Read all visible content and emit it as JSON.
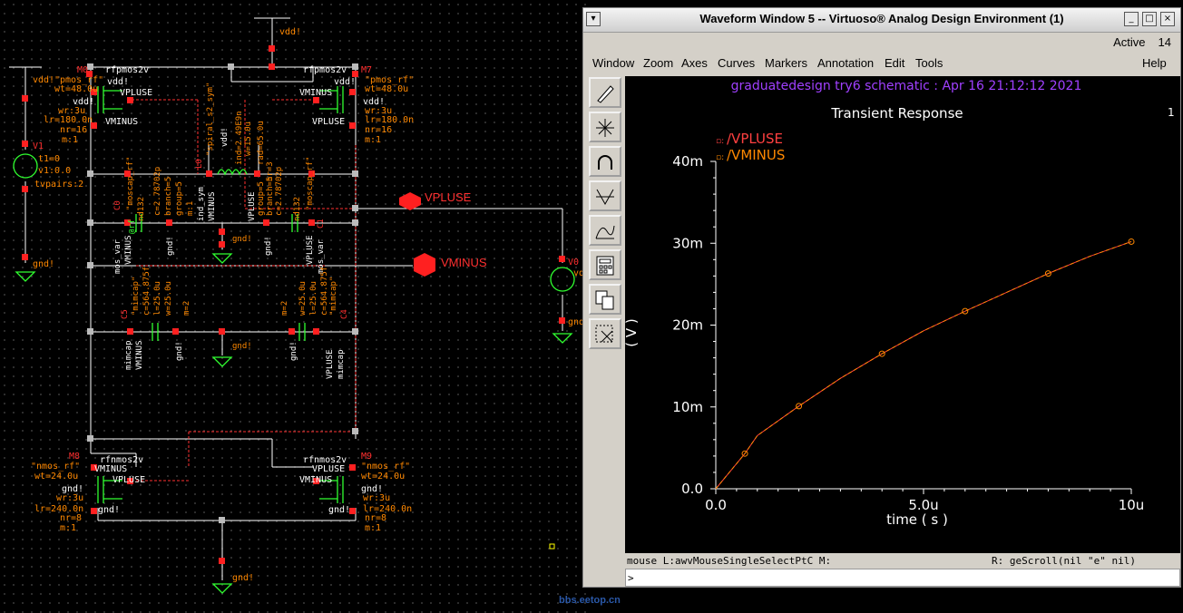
{
  "schematic": {
    "labels": {
      "vdd_top": "vdd!",
      "m0": "M0",
      "m0_type": "rfpmos2v",
      "m0_model": "\"pmos_rf\"",
      "m0_wt": "wt=48.0u",
      "m0_vdd": "vdd!",
      "m0_vdd2": "vdd!",
      "m0_vpluse": "VPLUSE",
      "m0_vminus": "VMINUS",
      "m0_wr": "wr:3u",
      "m0_lr": "lr=180.0n",
      "m0_nr": "nr=16",
      "m0_m": "m:1",
      "m7": "M7",
      "m7_type": "rfpmos2v",
      "m7_model": "\"pmos_rf\"",
      "m7_wt": "wt=48.0u",
      "m7_vdd": "vdd!",
      "m7_vdd2": "vdd!",
      "m7_vminus": "VMINUS",
      "m7_vpluse": "VPLUSE",
      "m7_wr": "wr:3u",
      "m7_lr": "lr=180.0n",
      "m7_nr": "nr=16",
      "m7_m": "m:1",
      "vdd_left": "vdd!",
      "v1": "V1",
      "v1_t1": "t1=0",
      "v1_v1": "v1:0.0",
      "v1_pairs": "tvpairs:2",
      "gnd_left": "gnd!",
      "l0": "L0",
      "l0_model": "\"spiral_s2_sym\"",
      "l0_ind": "ind=2.49E9n",
      "l0_w": "w=15.0u",
      "l0_rad": "rad=65.0u",
      "l0_nr": "nr=3",
      "l0_vdd": "vdd!",
      "l0_sym": "ind_sym",
      "l0_vminus": "VMINUS",
      "l0_vpluse": "VPLUSE",
      "c0": "C0",
      "c0_model": "\"moscap_rf\"",
      "c0_c": "c=2.78702p",
      "c0_br": "branch=5",
      "c0_gr": "group=5",
      "c0_m": "m:1",
      "c0_n": "nd132",
      "c0_rf": "@rf",
      "c0_var": "mos_var",
      "c0_vminus": "VMINUS",
      "gnd_c0": "gnd!",
      "gnd_mid": "gnd!",
      "c1": "C1",
      "c1_model": "\"moscap_rf\"",
      "c1_c": "c=2.78702p",
      "c1_br": "branch=5",
      "c1_gr": "group=5",
      "c1_n": "nd132",
      "c1_var": "mos_var",
      "c1_vpluse": "VPLUSE",
      "gnd_c1": "gnd!",
      "vpluse_pin": "VPLUSE",
      "vminus_pin": "VMINUS",
      "v0": "V0",
      "v0_vdd": "vdd!",
      "gnd_v0": "gnd!",
      "c5": "C5",
      "c5_model": "\"mimcap\"",
      "c5_c": "c=564.875f",
      "c5_l": "l=25.0u",
      "c5_w": "w=25.0u",
      "c5_m": "m=2",
      "c5_mim": "mimcap",
      "c5_vminus": "VMINUS",
      "gnd_c5": "gnd!",
      "gnd_c5b": "gnd!",
      "c4": "C4",
      "c4_model": "\"mimcap\"",
      "c4_c": "c=564.875f",
      "c4_l": "l=25.0u",
      "c4_w": "w=25.0u",
      "c4_m": "m=2",
      "c4_mim": "mimcap",
      "c4_vpluse": "VPLUSE",
      "gnd_c4": "gnd!",
      "m8": "M8",
      "m8_type": "rfnmos2v",
      "m8_model": "\"nmos_rf\"",
      "m8_wt": "wt=24.0u",
      "m8_vminus": "VMINUS",
      "m8_vpluse": "VPLUSE",
      "m8_gnd": "gnd!",
      "m8_wr": "wr:3u",
      "m8_lr": "lr=240.0n",
      "m8_nr": "nr=8",
      "m8_gnd2": "gnd!",
      "m8_m": "m:1",
      "m9": "M9",
      "m9_type": "rfnmos2v",
      "m9_model": "\"nmos_rf\"",
      "m9_wt": "wt=24.0u",
      "m9_vminus": "VMINUS",
      "m9_vpluse": "VPLUSE",
      "m9_gnd": "gnd!",
      "m9_wr": "wr:3u",
      "m9_lr": "lr=240.0n",
      "m9_nr": "nr=8",
      "m9_gnd2": "gnd!",
      "m9_m": "m:1",
      "gnd_bottom": "gnd!"
    }
  },
  "window": {
    "title": "Waveform Window 5 -- Virtuoso® Analog Design Environment (1)",
    "status_label": "Active",
    "status_value": "14",
    "menus": [
      "Window",
      "Zoom",
      "Axes",
      "Curves",
      "Markers",
      "Annotation",
      "Edit",
      "Tools"
    ],
    "help": "Help",
    "tool_icons": [
      "pen-icon",
      "crosshair-icon",
      "undo-curve-icon",
      "ac-curve-icon",
      "sweep-icon",
      "calculator-icon",
      "copy-icon",
      "scissors-icon"
    ],
    "prompt_left": "mouse L:awvMouseSingleSelectPtC M:",
    "prompt_right": "R: geScroll(nil \"e\" nil)",
    "prompt_input": ">",
    "title_btns": [
      "_",
      "□",
      "×"
    ]
  },
  "chart_data": {
    "type": "line",
    "header": "graduatedesign try6 schematic : Apr 16 21:12:12 2021",
    "title": "Transient Response",
    "xlabel": "time ( s )",
    "ylabel": "( V )",
    "xlim": [
      0,
      10
    ],
    "ylim": [
      0,
      40
    ],
    "x_ticks": [
      "0.0",
      "5.0u",
      "10u"
    ],
    "y_ticks": [
      "0.0",
      "10m",
      "20m",
      "30m",
      "40m"
    ],
    "corner_index": "1",
    "series": [
      {
        "name": "/VPLUSE",
        "color": "#ff4040",
        "x": [
          0,
          0.7,
          1.0,
          2.0,
          3.0,
          4.0,
          5.0,
          6.0,
          7.0,
          8.0,
          9.0,
          10.0
        ],
        "y": [
          0,
          4.3,
          6.5,
          10.1,
          13.5,
          16.5,
          19.3,
          21.7,
          24.0,
          26.3,
          28.4,
          30.2
        ]
      },
      {
        "name": "/VMINUS",
        "color": "#ff8800",
        "x": [
          0,
          0.7,
          1.0,
          2.0,
          3.0,
          4.0,
          5.0,
          6.0,
          7.0,
          8.0,
          9.0,
          10.0
        ],
        "y": [
          0,
          4.3,
          6.5,
          10.1,
          13.5,
          16.5,
          19.3,
          21.7,
          24.0,
          26.3,
          28.4,
          30.2
        ]
      }
    ],
    "marker_x": [
      0.7,
      2.0,
      4.0,
      6.0,
      8.0,
      10.0
    ]
  },
  "watermark": "bbs.eetop.cn"
}
